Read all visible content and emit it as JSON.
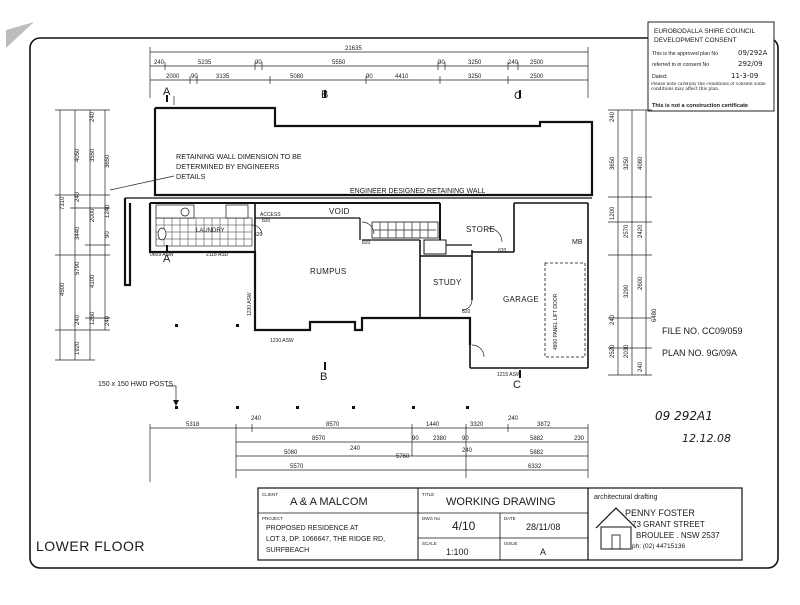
{
  "stamp": {
    "council": "EUROBODALLA SHIRE COUNCIL",
    "title": "DEVELOPMENT CONSENT",
    "line1_label": "This is the approved plan No",
    "line1_value": "09/292A",
    "line2_label": "referred to in consent No",
    "line2_value": "292/09",
    "dated_label": "Dated:",
    "dated_value": "11-3-09",
    "note": "Please note carefully the conditions of consent some conditions may affect this plan.",
    "warning": "This is not a construction certificate"
  },
  "file_no": "FILE NO. CC09/059",
  "plan_no": "PLAN NO. 9G/09A",
  "handwritten": {
    "ref": "09  292A1",
    "date": "12.12.08"
  },
  "overall_dim": "21635",
  "top_dims_row1": [
    "240",
    "5235",
    "90",
    "5550",
    "90",
    "3250",
    "240",
    "2500"
  ],
  "top_dims_row2": [
    "2000",
    "90",
    "3135",
    "5080",
    "90",
    "4410",
    "3250",
    "2500"
  ],
  "left_dims": [
    "240",
    "4050",
    "3550",
    "3650",
    "240",
    "2000",
    "1240",
    "7310",
    "3440",
    "90",
    "5790",
    "4100",
    "4500",
    "240",
    "1260",
    "240",
    "1920"
  ],
  "right_dims": [
    "240",
    "3650",
    "3250",
    "4080",
    "1200",
    "2570",
    "2420",
    "3290",
    "2600",
    "240",
    "6480",
    "2520",
    "2030",
    "240"
  ],
  "bottom_dims_row1": [
    "5318",
    "240",
    "8570",
    "1440",
    "3320",
    "240",
    "3872"
  ],
  "bottom_dims_row2": [
    "8570",
    "90",
    "2380",
    "90",
    "5882",
    "230"
  ],
  "bottom_dims_row3": [
    "5080",
    "240",
    "5760",
    "240",
    "5882"
  ],
  "bottom_dims_row4": [
    "5570",
    "6332"
  ],
  "section_markers": [
    "A",
    "B",
    "C"
  ],
  "rooms": {
    "void": "VOID",
    "store": "STORE",
    "rumpus": "RUMPUS",
    "study": "STUDY",
    "garage": "GARAGE",
    "laundry": "LAUNDRY",
    "access": "ACCESS",
    "mb": "MB"
  },
  "annotations": {
    "retaining_note": "RETAINING WALL DIMENSION TO BE DETERMINED BY ENGINEERS DETAILS",
    "retaining_wall": "ENGINEER DESIGNED RETAINING WALL",
    "posts": "150 x 150 HWD POSTS",
    "garage_door": "4800 PANEL LIFT DOOR"
  },
  "openings": [
    "820",
    "620",
    "820",
    "620",
    "820",
    "0609 ASW",
    "2118 ASD",
    "1230 ASW",
    "1230 ASW",
    "1215 ASW"
  ],
  "drawing_label": "LOWER FLOOR",
  "title_block": {
    "client_label": "CLIENT",
    "client": "A & A MALCOM",
    "title_label": "TITLE",
    "title": "WORKING DRAWING",
    "project_label": "PROJECT",
    "project_lines": [
      "PROPOSED RESIDENCE AT",
      "LOT 3, DP. 1066647, THE RIDGE RD,",
      "SURFBEACH"
    ],
    "dwg_label": "DWG No",
    "dwg": "4/10",
    "date_label": "DATE",
    "date": "28/11/08",
    "scale_label": "SCALE",
    "scale": "1:100",
    "issue_label": "ISSUE",
    "issue": "A",
    "firm_heading": "architectural drafting",
    "firm_name": "PENNY FOSTER",
    "firm_address1": "73 GRANT STREET",
    "firm_address2": "BROULEE . NSW 2537",
    "firm_phone": "ph: (02) 44715136"
  }
}
